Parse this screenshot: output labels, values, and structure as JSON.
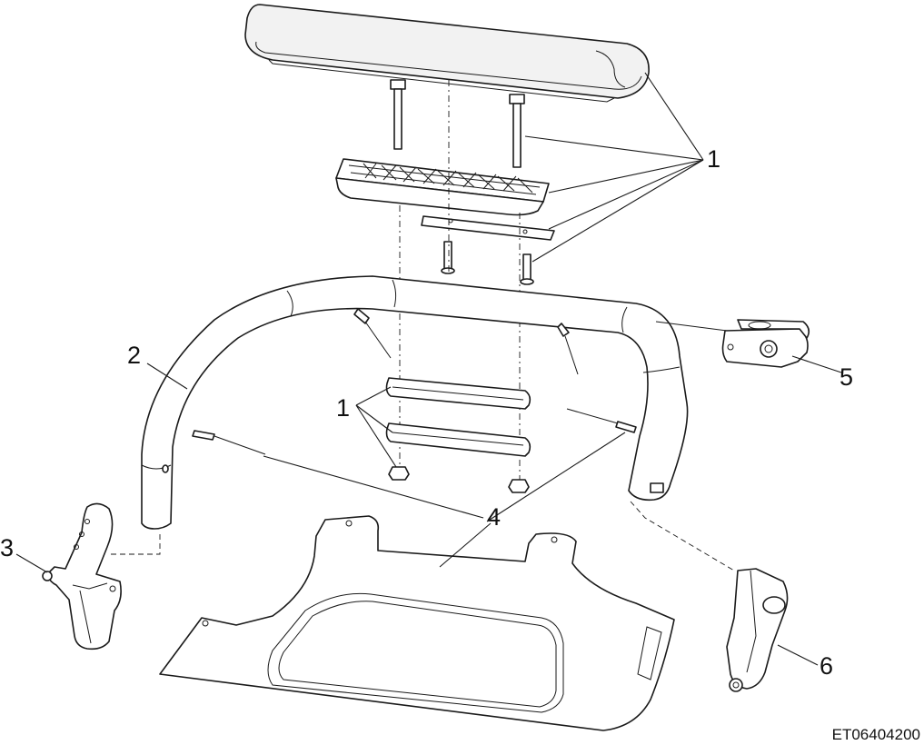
{
  "callouts": {
    "c1_top": "1",
    "c1_mid": "1",
    "c2": "2",
    "c3": "3",
    "c4": "4",
    "c5": "5",
    "c6": "6"
  },
  "reference_code": "ET06404200",
  "colors": {
    "line": "#1a1a1a",
    "fill": "#ffffff",
    "shade": "#f2f2f2"
  }
}
